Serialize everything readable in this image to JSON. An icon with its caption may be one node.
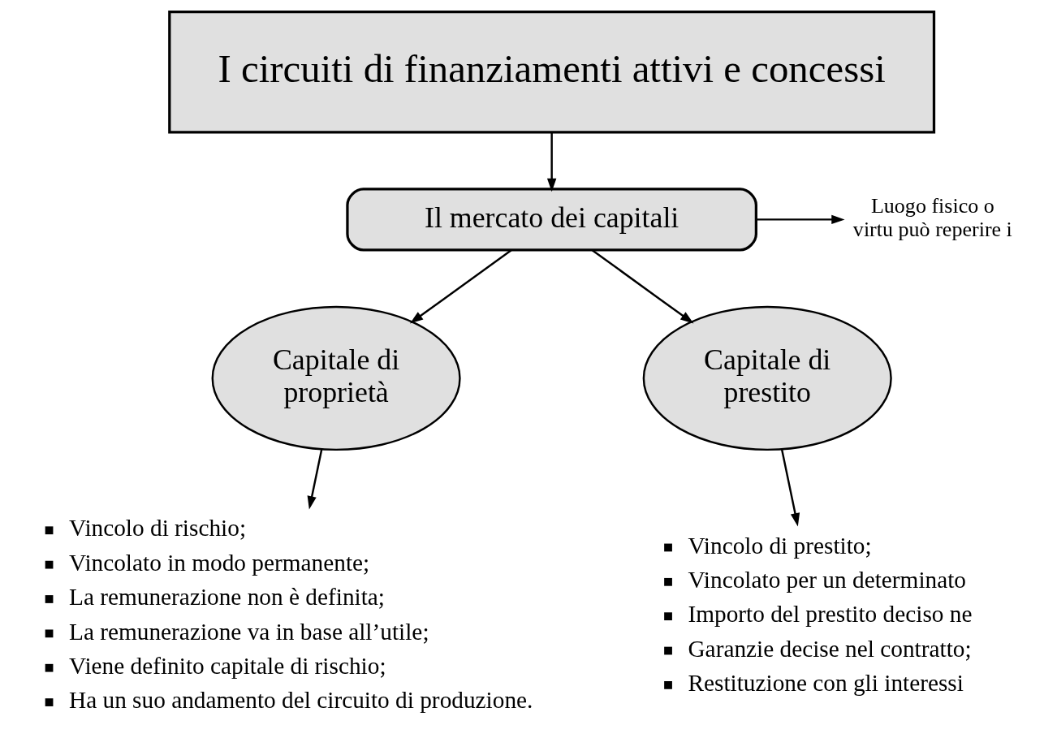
{
  "diagram": {
    "nodes": [
      {
        "text": [
          "I circuiti di finanziamenti attivi e concessi"
        ]
      },
      {
        "text": [
          "Il mercato dei capitali"
        ]
      },
      {
        "text": [
          "Luogo fisico o virtu può reperire i"
        ]
      },
      {
        "text": [
          "Capitale di proprietà"
        ]
      },
      {
        "text": [
          "Capitale di prestito"
        ]
      },
      {
        "text": [
          "Vincolo di rischio;",
          "Vincolato in modo permanente;",
          "La remunerazione non è definita;",
          "La remunerazione va in base all’utile;",
          "Viene definito capitale di rischio;",
          "Ha un suo andamento del circuito di produzione."
        ]
      },
      {
        "text": [
          "Vincolo di prestito;",
          "Vincolato per un determinato",
          "Importo del prestito deciso ne",
          "Garanzie decise nel contratto;",
          "Restituzione con gli interessi"
        ]
      }
    ],
    "edges": [
      {
        "from": 0,
        "to": 1,
        "arrow": "to"
      },
      {
        "from": 1,
        "to": 2,
        "arrow": "to"
      },
      {
        "from": 1,
        "to": 3,
        "arrow": "to"
      },
      {
        "from": 1,
        "to": 4,
        "arrow": "to"
      },
      {
        "from": 3,
        "to": 5,
        "arrow": "to"
      },
      {
        "from": 4,
        "to": 6,
        "arrow": "to"
      }
    ]
  }
}
